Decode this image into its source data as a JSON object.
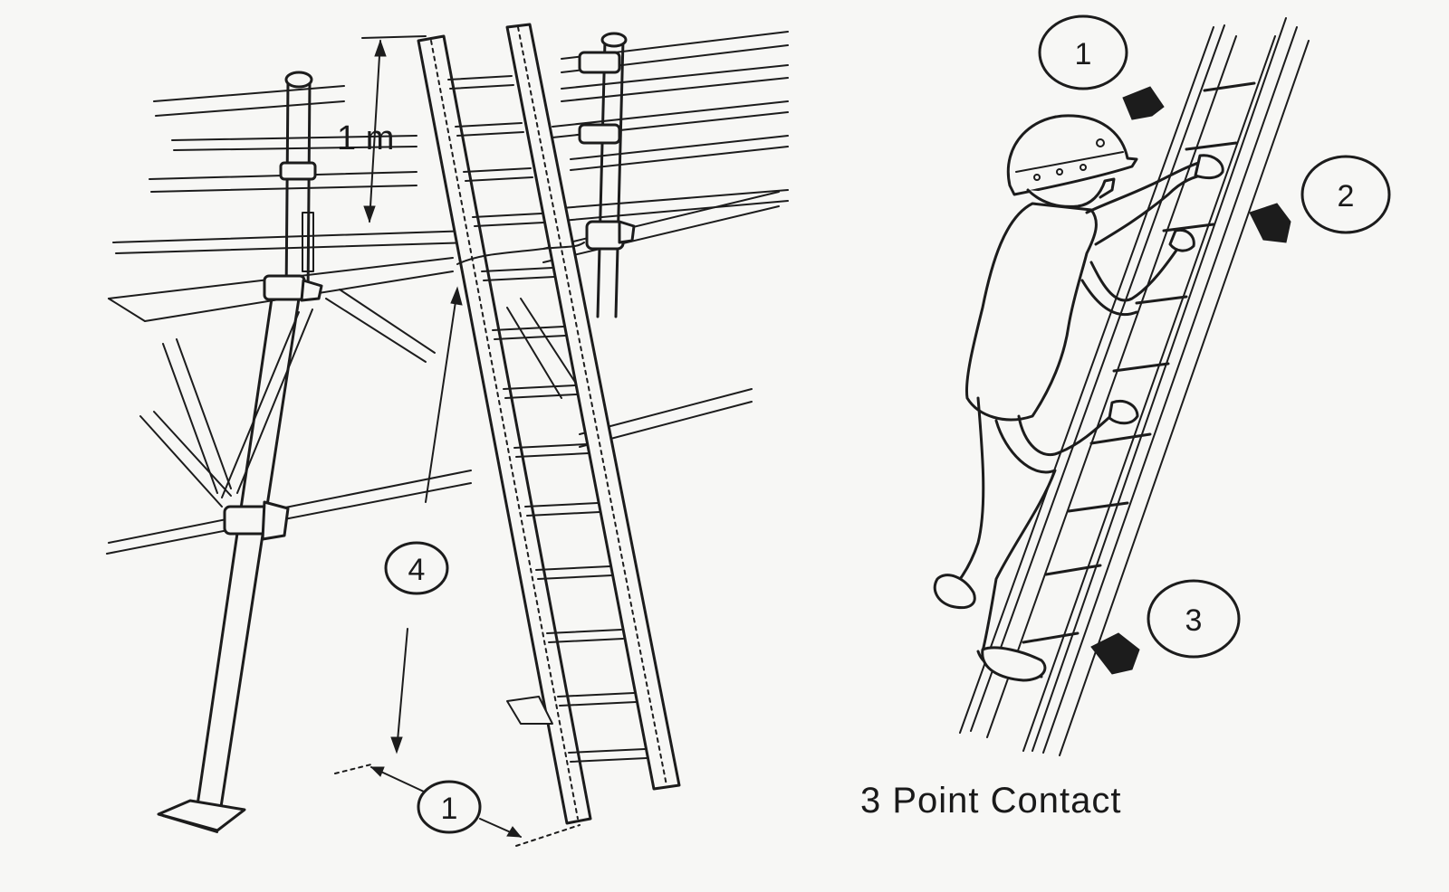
{
  "left_figure": {
    "height_label": "1 m",
    "callout_top": "4",
    "callout_bottom": "1"
  },
  "right_figure": {
    "callouts": [
      "1",
      "2",
      "3"
    ],
    "caption": "3 Point Contact"
  },
  "colors": {
    "ink": "#1c1c1c",
    "paper": "#f7f7f5"
  }
}
